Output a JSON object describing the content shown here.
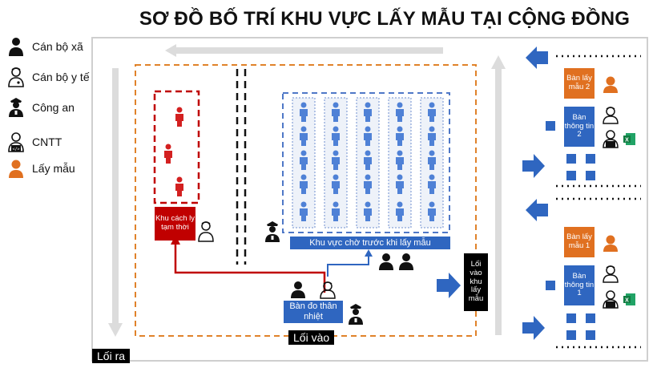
{
  "title": "SƠ ĐỒ BỐ TRÍ KHU VỰC LẤY MẪU TẠI CỘNG ĐỒNG",
  "legend": [
    {
      "icon": "commune-officer-icon",
      "label": "Cán bộ xã"
    },
    {
      "icon": "medical-staff-icon",
      "label": "Cán bộ y tế"
    },
    {
      "icon": "police-icon",
      "label": "Công an"
    },
    {
      "icon": "it-staff-icon",
      "label": "CNTT"
    },
    {
      "icon": "sampler-icon",
      "label": "Lấy mẫu"
    }
  ],
  "zones": {
    "quarantine": "Khu cách ly tạm thời",
    "waiting": "Khu vực chờ trước khi lấy mẫu",
    "temperature": "Bàn đo thân nhiệt",
    "entrance": "Lối vào",
    "exit": "Lối ra",
    "sampling_entrance": "Lối vào khu lấy mẫu"
  },
  "stations": [
    {
      "sample_desk": "Bàn lấy mẫu 2",
      "info_desk": "Bàn thông tin 2"
    },
    {
      "sample_desk": "Bàn lấy mẫu 1",
      "info_desk": "Bàn thông tin 1"
    }
  ],
  "colors": {
    "blue": "#2f66c0",
    "red": "#c00000",
    "orange": "#e0822a",
    "sample_orange": "#e07020",
    "gray_arrow": "#dcdcdc"
  },
  "icons": {
    "excel": "excel-icon"
  }
}
